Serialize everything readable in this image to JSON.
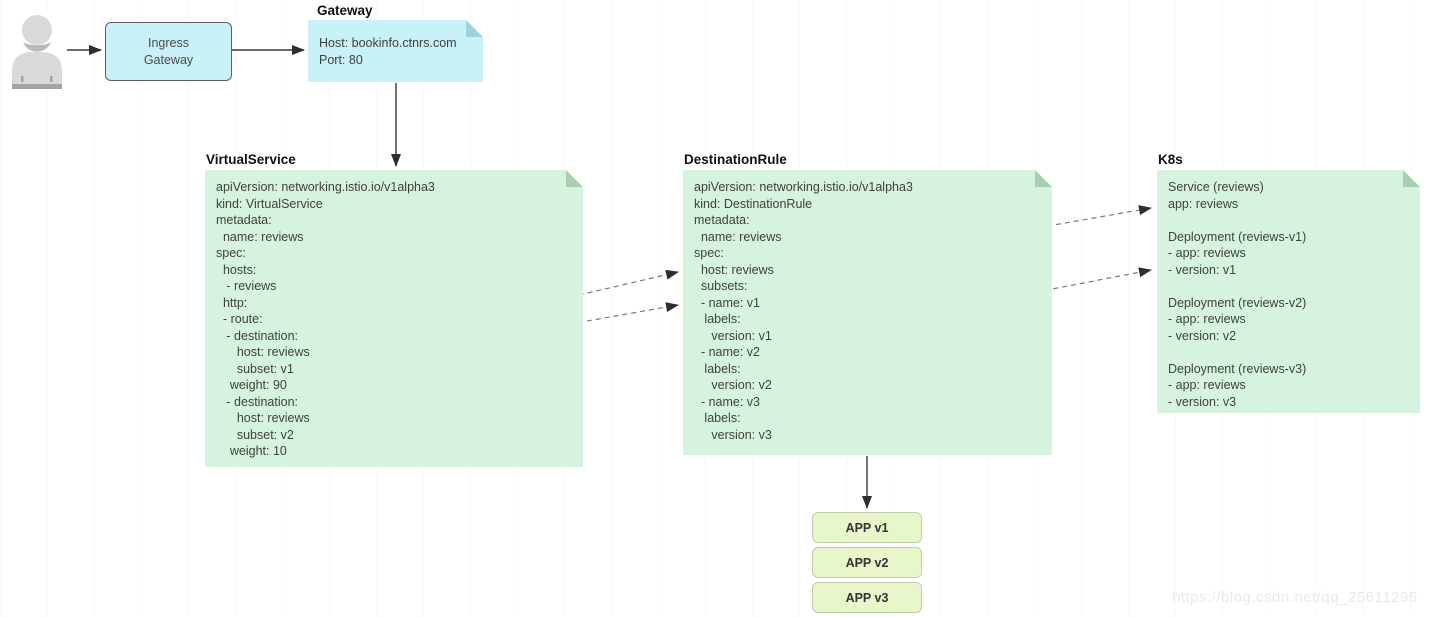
{
  "colors": {
    "cyan_fill": "#c9f1f8",
    "cyan_fold": "#9bd3de",
    "mint_fill": "#d5f3de",
    "mint_fold": "#a5cfae",
    "app_fill": "#e7f7c9",
    "app_border": "#c4ccae",
    "solid_arrow": "#383838",
    "dashed_arrow": "#7a7a7a",
    "text": "#414141",
    "watermark": "#e9e9e9"
  },
  "nodes": {
    "ingress": {
      "label": "Ingress\nGateway"
    },
    "gateway": {
      "title": "Gateway",
      "body": "Host: bookinfo.ctnrs.com\nPort: 80"
    },
    "virtual_service": {
      "title": "VirtualService",
      "yaml": "apiVersion: networking.istio.io/v1alpha3\nkind: VirtualService\nmetadata:\n  name: reviews\nspec:\n  hosts:\n   - reviews\n  http:\n  - route:\n   - destination:\n      host: reviews\n      subset: v1\n    weight: 90\n   - destination:\n      host: reviews\n      subset: v2\n    weight: 10"
    },
    "destination_rule": {
      "title": "DestinationRule",
      "yaml": "apiVersion: networking.istio.io/v1alpha3\nkind: DestinationRule\nmetadata:\n  name: reviews\nspec:\n  host: reviews\n  subsets:\n  - name: v1\n   labels:\n     version: v1\n  - name: v2\n   labels:\n     version: v2\n  - name: v3\n   labels:\n     version: v3"
    },
    "k8s": {
      "title": "K8s",
      "body": "Service (reviews)\napp: reviews\n\nDeployment (reviews-v1)\n- app: reviews\n- version: v1\n\nDeployment (reviews-v2)\n- app: reviews\n- version: v2\n\nDeployment (reviews-v3)\n- app: reviews\n- version: v3"
    },
    "apps": [
      "APP v1",
      "APP v2",
      "APP v3"
    ]
  },
  "watermark": "https://blog.csdn.net/qq_25611295"
}
